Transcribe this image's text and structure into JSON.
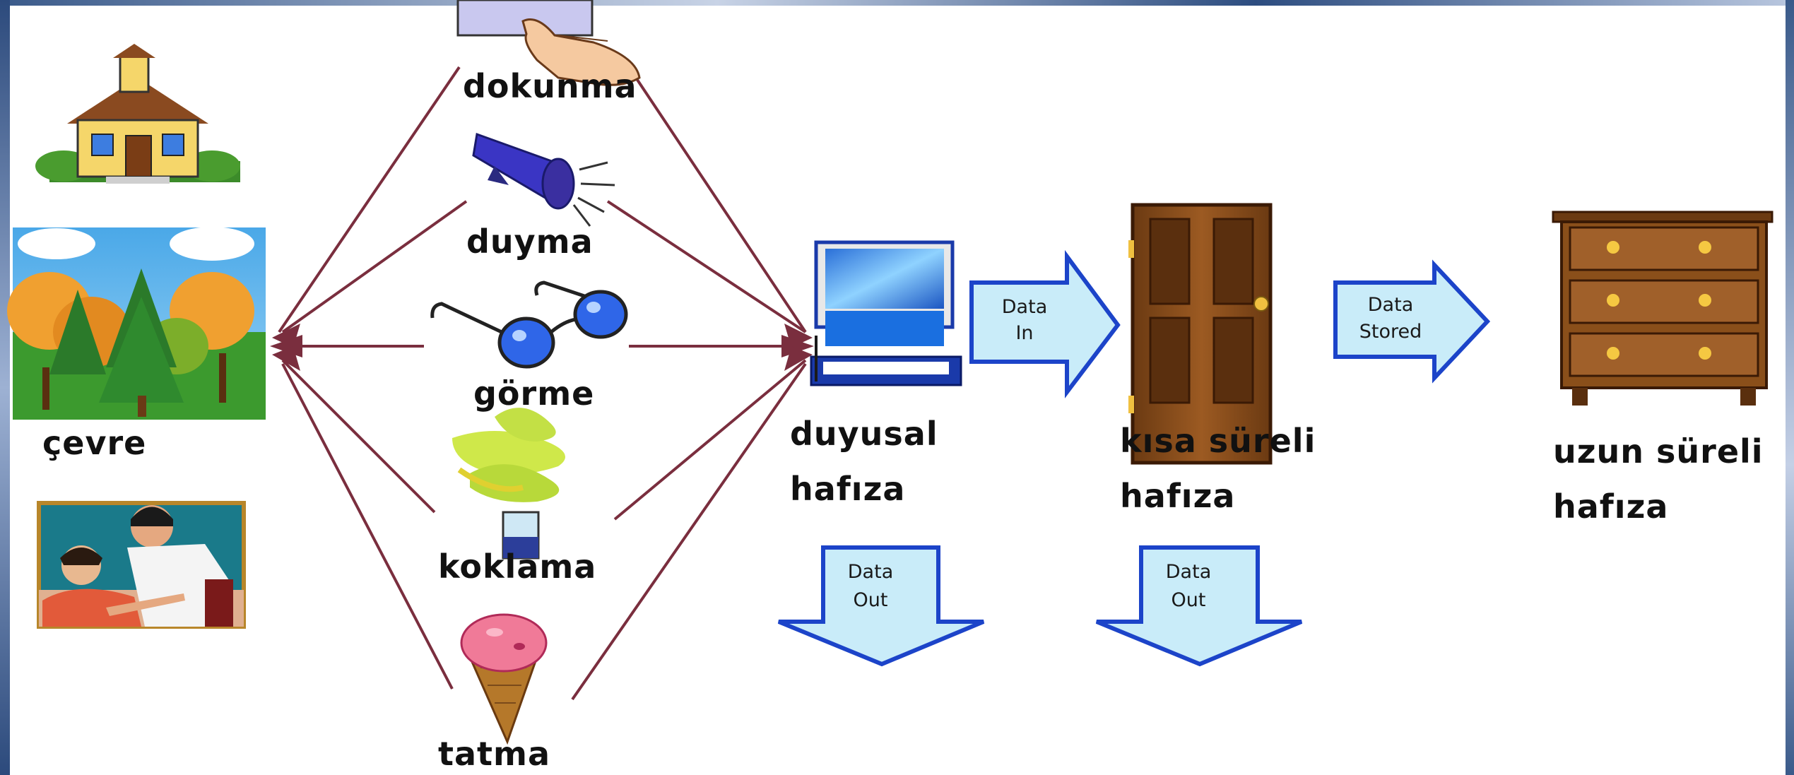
{
  "senses": {
    "touch": "dokunma",
    "hearing": "duyma",
    "sight": "görme",
    "smell": "koklama",
    "taste": "tatma"
  },
  "environment": {
    "label": "çevre"
  },
  "memory": {
    "sensory": {
      "line1": "duyusal",
      "line2": "hafıza"
    },
    "short_term": {
      "line1": "kısa süreli",
      "line2": "hafıza"
    },
    "long_term": {
      "line1": "uzun süreli",
      "line2": "hafıza"
    }
  },
  "arrows": {
    "data_in": {
      "line1": "Data",
      "line2": "In"
    },
    "data_stored": {
      "line1": "Data",
      "line2": "Stored"
    },
    "data_out_1": {
      "line1": "Data",
      "line2": "Out"
    },
    "data_out_2": {
      "line1": "Data",
      "line2": "Out"
    }
  },
  "icons": {
    "school": "school-house-icon",
    "forest": "forest-landscape-icon",
    "people": "teacher-student-icon",
    "hand": "pointing-hand-icon",
    "megaphone": "megaphone-icon",
    "glasses": "eyeglasses-icon",
    "smell": "aroma-cup-icon",
    "icecream": "ice-cream-cone-icon",
    "computer": "computer-icon",
    "door": "door-icon",
    "dresser": "dresser-icon"
  },
  "colors": {
    "connector": "#7a2e3e",
    "arrow_fill": "#c9ecf9",
    "arrow_stroke": "#1c44c9"
  }
}
